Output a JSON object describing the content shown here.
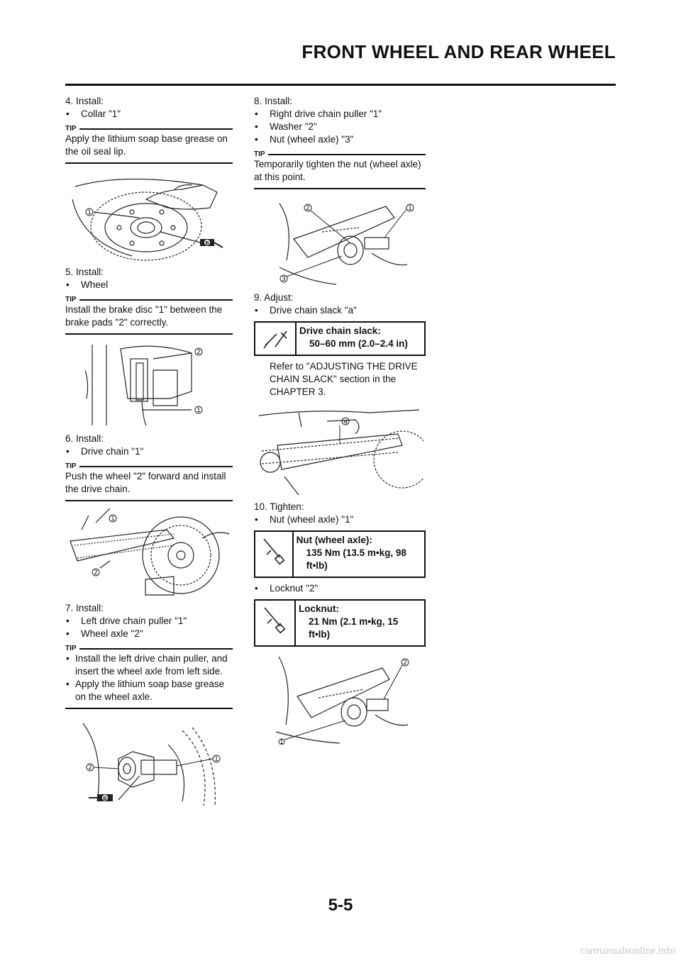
{
  "header": {
    "title": "FRONT WHEEL AND REAR WHEEL"
  },
  "tip_label": "TIP",
  "left_col": {
    "step4": {
      "title": "4. Install:",
      "item1": "Collar \"1\"",
      "tip": "Apply the lithium soap base grease on the oil seal lip."
    },
    "step5": {
      "title": "5. Install:",
      "item1": "Wheel",
      "tip": "Install the brake disc \"1\" between the brake pads \"2\" correctly."
    },
    "step6": {
      "title": "6. Install:",
      "item1": "Drive chain \"1\"",
      "tip": "Push the wheel \"2\" forward and install the drive chain."
    },
    "step7": {
      "title": "7. Install:",
      "item1": "Left drive chain puller \"1\"",
      "item2": "Wheel axle \"2\"",
      "tip1": "Install the left drive chain puller, and insert the wheel axle from left side.",
      "tip2": "Apply the lithium soap base grease on the wheel axle."
    }
  },
  "right_col": {
    "step8": {
      "title": "8. Install:",
      "item1": "Right drive chain puller \"1\"",
      "item2": "Washer \"2\"",
      "item3": "Nut (wheel axle) \"3\"",
      "tip": "Temporarily tighten the nut (wheel axle) at this point."
    },
    "step9": {
      "title": "9. Adjust:",
      "item1": "Drive chain slack \"a\"",
      "spec_label": "Drive chain slack:",
      "spec_value": "50–60 mm (2.0–2.4 in)",
      "ref": "Refer to \"ADJUSTING THE DRIVE CHAIN SLACK\" section in the CHAPTER 3."
    },
    "step10": {
      "title": "10. Tighten:",
      "item1": "Nut (wheel axle) \"1\"",
      "spec1_label": "Nut (wheel axle):",
      "spec1_value": "135 Nm (13.5 m•kg, 98 ft•lb)",
      "item2": "Locknut \"2\"",
      "spec2_label": "Locknut:",
      "spec2_value": "21 Nm (2.1 m•kg, 15 ft•lb)"
    }
  },
  "callouts": {
    "one": "1",
    "two": "2",
    "three": "3",
    "a": "a",
    "b": "B"
  },
  "bullet": "•",
  "page_number": "5-5",
  "watermark": "carmanualsonline.info"
}
